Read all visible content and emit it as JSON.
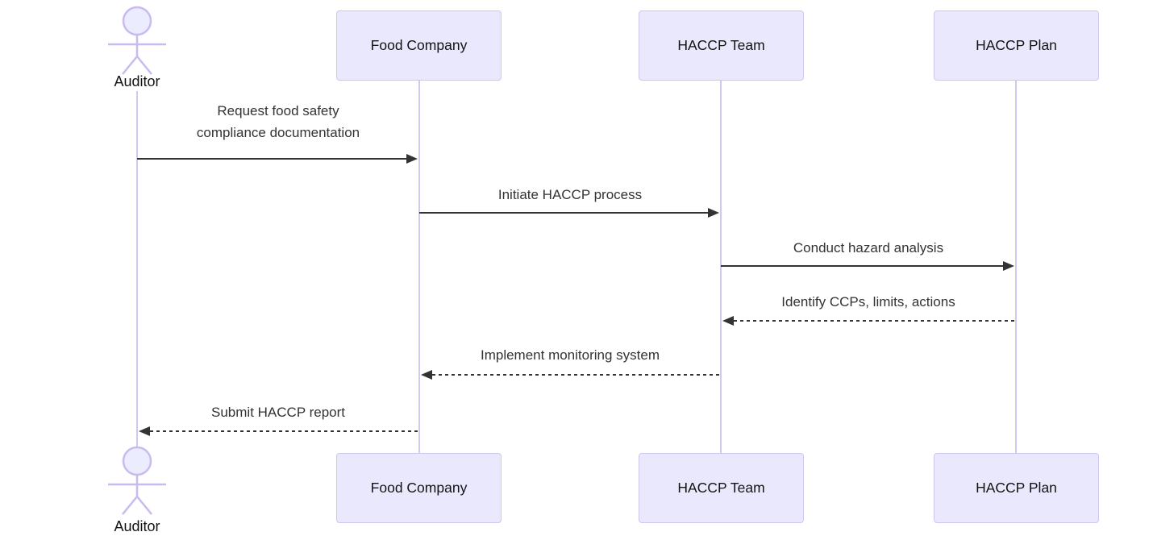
{
  "diagram": {
    "type": "sequence",
    "participants": [
      {
        "id": "auditor",
        "label": "Auditor",
        "kind": "actor"
      },
      {
        "id": "food-company",
        "label": "Food Company",
        "kind": "participant"
      },
      {
        "id": "haccp-team",
        "label": "HACCP Team",
        "kind": "participant"
      },
      {
        "id": "haccp-plan",
        "label": "HACCP Plan",
        "kind": "participant"
      }
    ],
    "messages": [
      {
        "from": "Auditor",
        "to": "Food Company",
        "label": "Request food safety\ncompliance documentation",
        "line": "solid",
        "direction": "right"
      },
      {
        "from": "Food Company",
        "to": "HACCP Team",
        "label": "Initiate HACCP process",
        "line": "solid",
        "direction": "right"
      },
      {
        "from": "HACCP Team",
        "to": "HACCP Plan",
        "label": "Conduct hazard analysis",
        "line": "solid",
        "direction": "right"
      },
      {
        "from": "HACCP Plan",
        "to": "HACCP Team",
        "label": "Identify CCPs, limits, actions",
        "line": "dashed",
        "direction": "left"
      },
      {
        "from": "HACCP Team",
        "to": "Food Company",
        "label": "Implement monitoring system",
        "line": "dashed",
        "direction": "left"
      },
      {
        "from": "Food Company",
        "to": "Auditor",
        "label": "Submit HACCP report",
        "line": "dashed",
        "direction": "left"
      }
    ],
    "colors": {
      "participant_fill": "#EAE8FC",
      "participant_border": "#CFC6F0",
      "actor_stroke": "#C9BAEF",
      "actor_head_fill": "#ECECFF",
      "lifeline": "#D2C8F2",
      "message_text": "#333333",
      "arrow": "#333333",
      "label_text": "#131313",
      "background": "#FFFFFF"
    }
  }
}
